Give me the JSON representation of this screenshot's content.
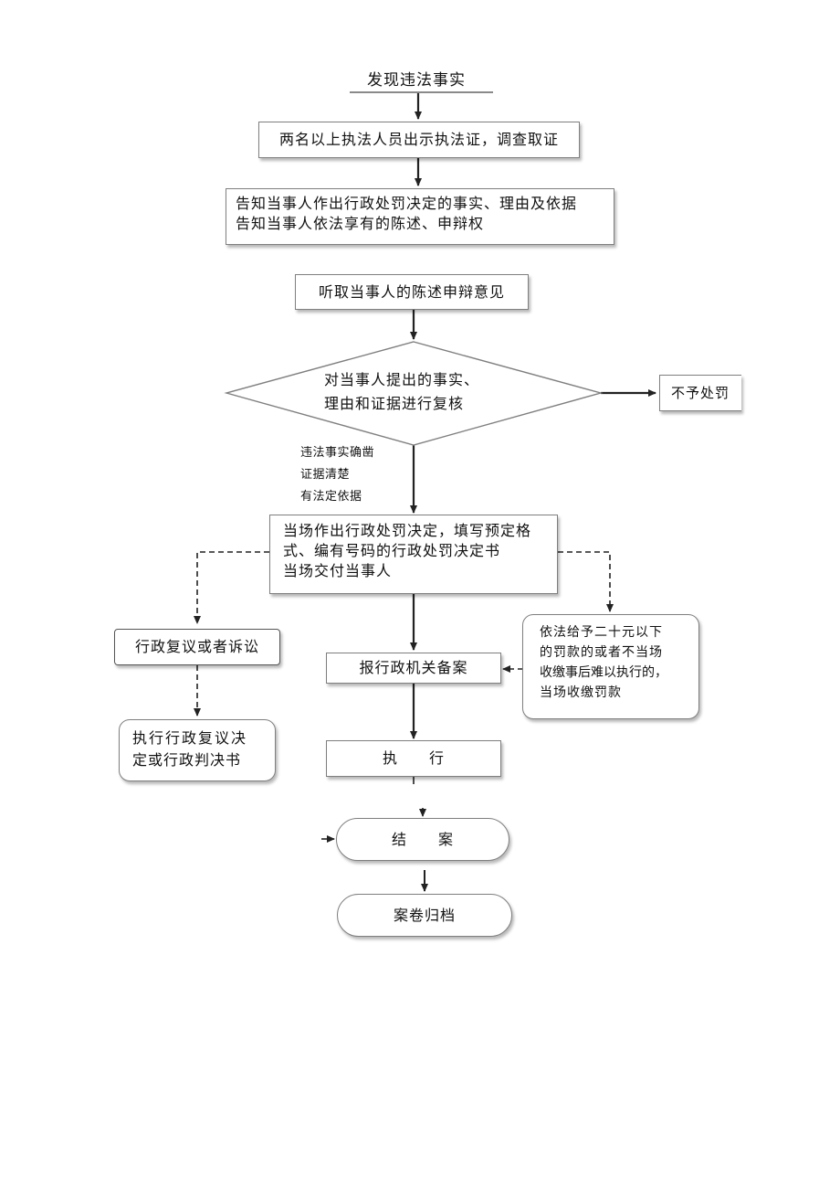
{
  "nodes": {
    "start": "发现违法事实",
    "investigate": "两名以上执法人员出示执法证，调查取证",
    "notify": [
      "告知当事人作出行政处罚决定的事实、理由及依据",
      "告知当事人依法享有的陈述、申辩权"
    ],
    "hear": "听取当事人的陈述申辩意见",
    "review": [
      "对当事人提出的事实、",
      "理由和证据进行复核"
    ],
    "no_penalty": "不予处罚",
    "conditions": [
      "违法事实确凿",
      "证据清楚",
      "有法定依据"
    ],
    "decision": [
      "当场作出行政处罚决定，填写预定格",
      "式、编有号码的行政处罚决定书",
      "当场交付当事人"
    ],
    "appeal": "行政复议或者诉讼",
    "appeal_result": [
      "执行行政复议决",
      "定或行政判决书"
    ],
    "file_record": "报行政机关备案",
    "collect": [
      "依法给予二十元以下",
      "的罚款的或者不当场",
      "收缴事后难以执行的，",
      "当场收缴罚款"
    ],
    "execute": "执　　行",
    "close": "结　　案",
    "archive": "案卷归档"
  },
  "colors": {
    "border": "#7f7f7f",
    "arrow": "#222222",
    "text": "#111111"
  }
}
